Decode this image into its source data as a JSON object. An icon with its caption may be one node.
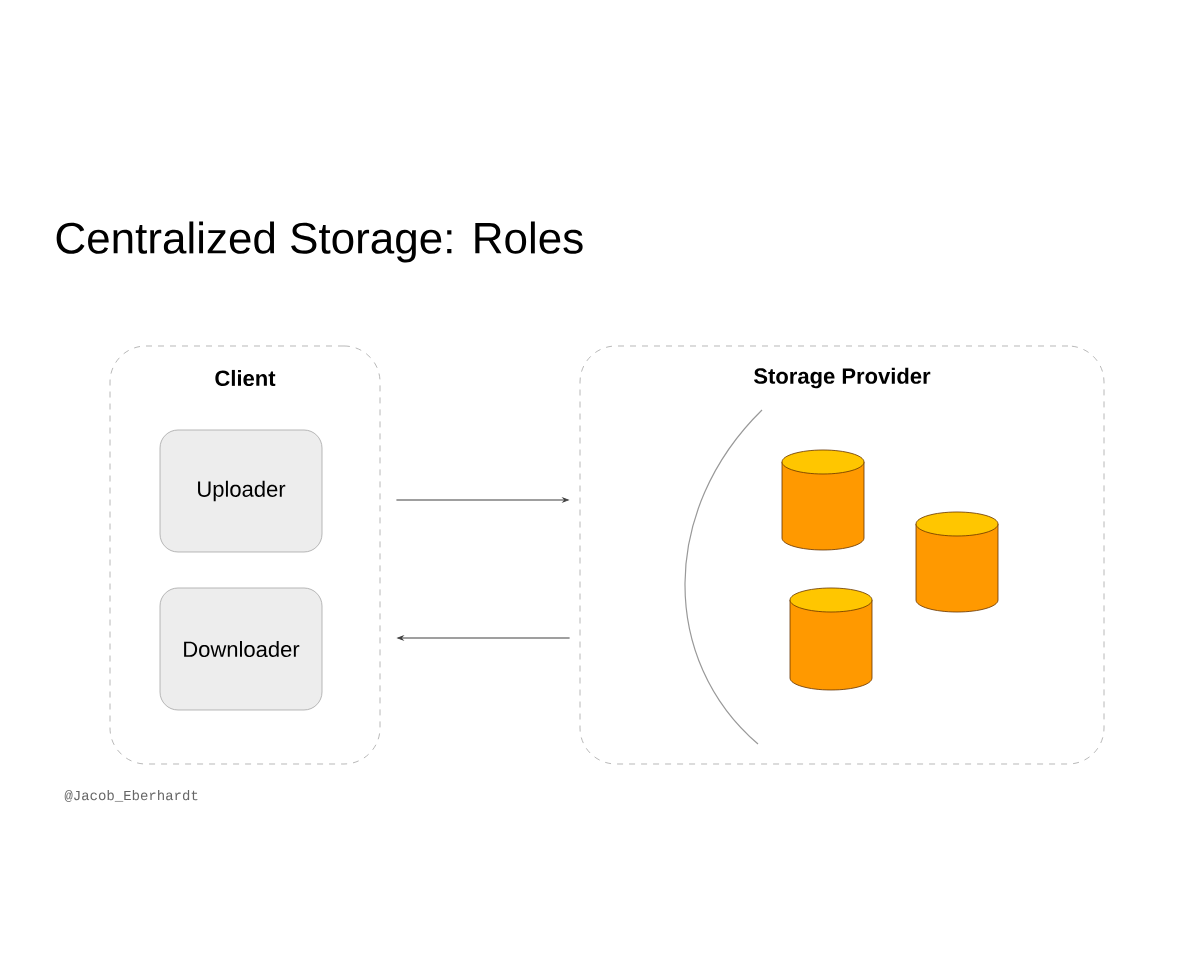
{
  "diagram": {
    "title": "Centralized Storage: Roles",
    "nodes": [
      {
        "text": [
          "Client"
        ]
      },
      {
        "text": [
          "Uploader"
        ],
        "in": 0
      },
      {
        "text": [
          "Downloader"
        ],
        "in": 0
      },
      {
        "text": [
          "Storage Provider"
        ]
      },
      {
        "text": [],
        "shape": "cylinder",
        "in": 3
      },
      {
        "text": [],
        "shape": "cylinder",
        "in": 3
      },
      {
        "text": [],
        "shape": "cylinder",
        "in": 3
      }
    ],
    "edges": [
      {
        "from": 0,
        "to": 3,
        "arrow": "to"
      },
      {
        "from": 3,
        "to": 0,
        "arrow": "to"
      }
    ],
    "labels": [
      "@Jacob_Eberhardt"
    ]
  }
}
